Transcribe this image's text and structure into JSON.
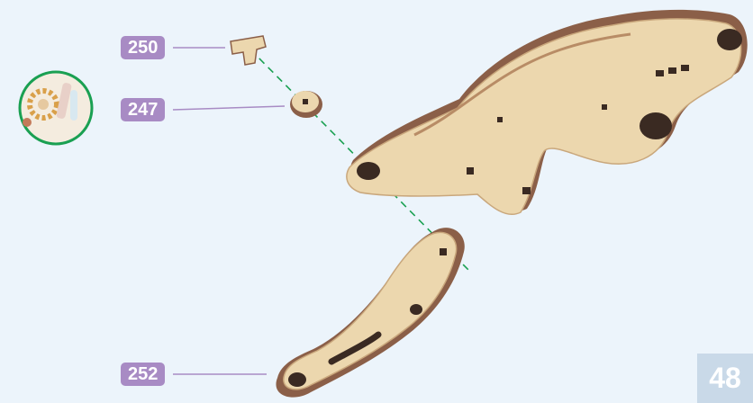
{
  "callouts": {
    "part_250": "250",
    "part_247": "247",
    "part_252": "252"
  },
  "page_number": "48",
  "colors": {
    "background": "#ecf4fb",
    "callout_fill": "#a88bc4",
    "leader_line": "#a88bc4",
    "assembly_guide": "#1aa052",
    "inset_ring": "#1aa052",
    "wood_face": "#ecd7ae",
    "wood_edge": "#8b5f48",
    "page_tab": "#c9d9e8"
  },
  "icons": {
    "inset": "detail-magnifier-icon"
  }
}
